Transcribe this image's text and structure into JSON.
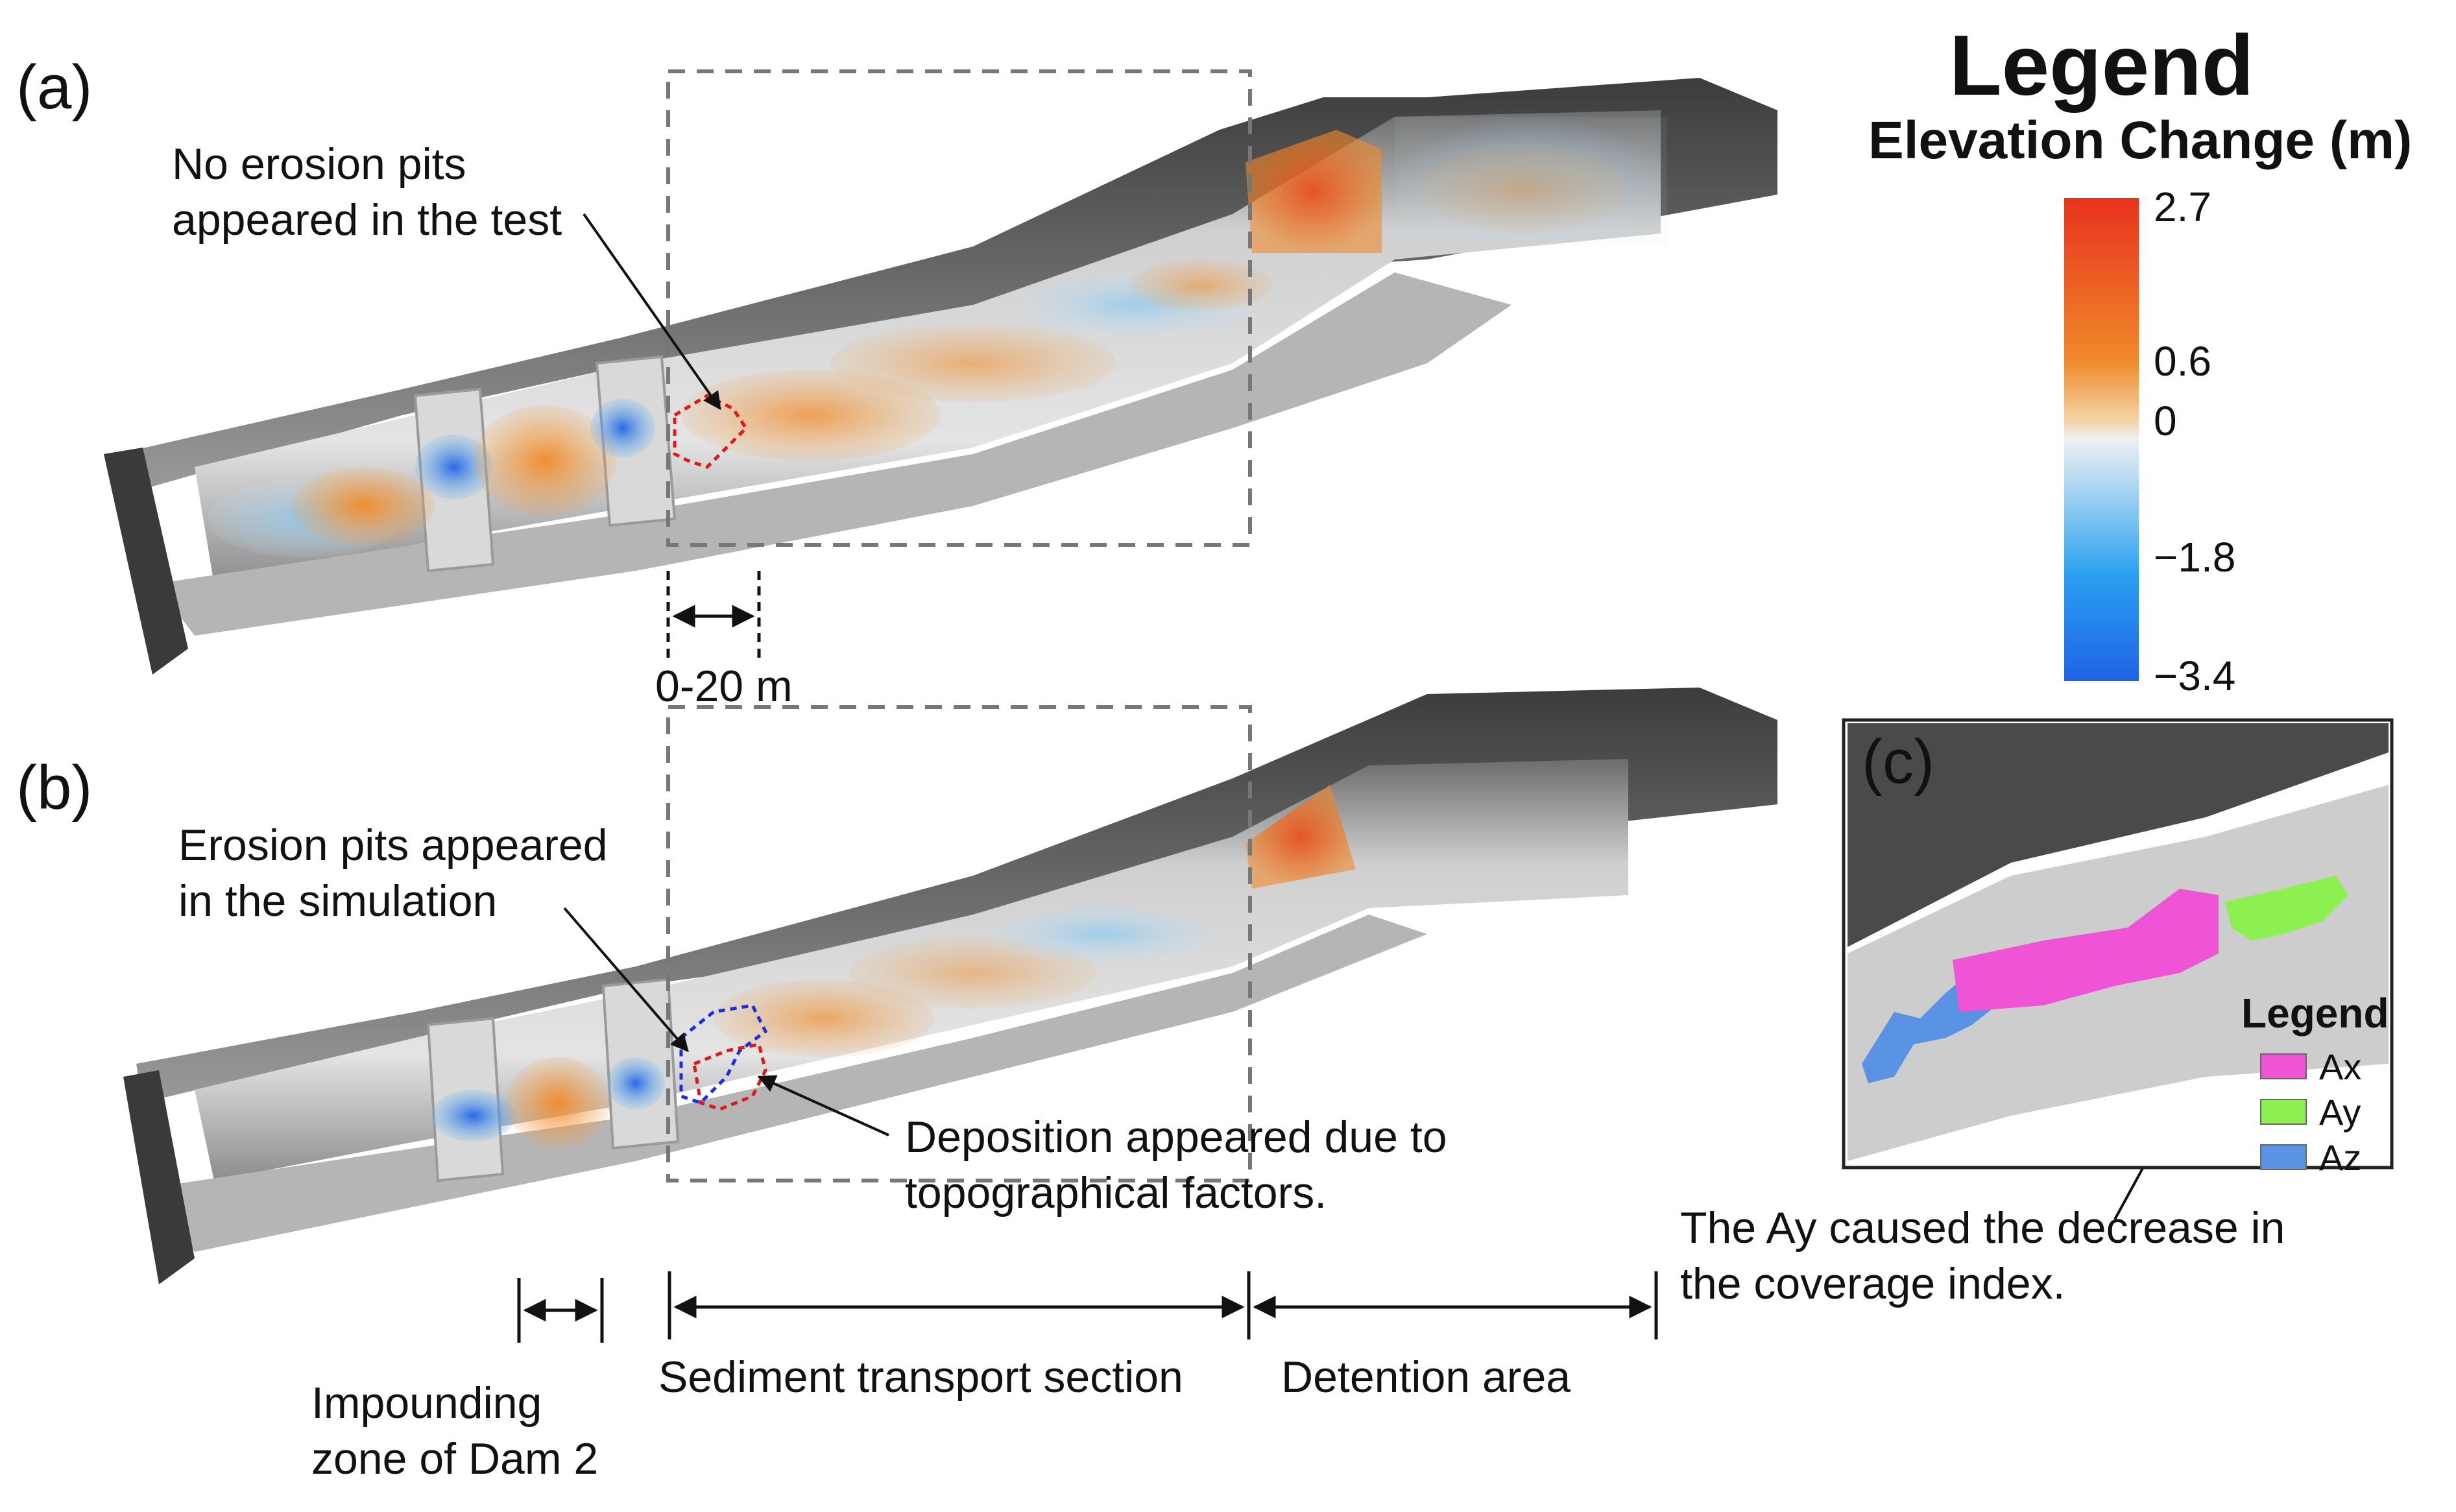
{
  "panels": {
    "a": {
      "label": "(a)",
      "note": "No erosion pits\nappeared in the test",
      "scale": "0-20 m"
    },
    "b": {
      "label": "(b)",
      "note_erosion": "Erosion pits appeared\nin the simulation",
      "note_deposition": "Deposition appeared due to\ntopographical factors."
    },
    "c": {
      "label": "(c)",
      "note": "The Ay caused the decrease in\nthe coverage index."
    }
  },
  "sections": {
    "dam2": "Impounding\nzone of Dam 2",
    "transport": "Sediment transport section",
    "detention": "Detention area"
  },
  "legend": {
    "title": "Legend",
    "subtitle": "Elevation Change (m)",
    "ticks": [
      "2.7",
      "0.6",
      "0",
      "−1.8",
      "−3.4"
    ],
    "colors": [
      "#e8321e",
      "#f08a2a",
      "#f3c98f",
      "#eef0f3",
      "#7fc7ee",
      "#1f8ff0",
      "#1f63e6"
    ]
  },
  "inset_legend": {
    "title": "Legend",
    "items": [
      {
        "label": "Ax",
        "color": "#f054d6"
      },
      {
        "label": "Ay",
        "color": "#8cf050"
      },
      {
        "label": "Az",
        "color": "#5a93e4"
      }
    ]
  }
}
